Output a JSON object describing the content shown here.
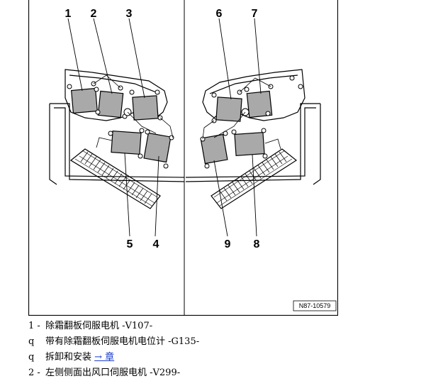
{
  "figure": {
    "callouts": [
      "1",
      "2",
      "3",
      "4",
      "5",
      "6",
      "7",
      "8",
      "9"
    ],
    "reference_id": "N87-10579"
  },
  "legend": [
    {
      "marker": "1 -",
      "text": "除霜翻板伺服电机 -V107-",
      "link": ""
    },
    {
      "marker": "q",
      "text": "带有除霜翻板伺服电机电位计 -G135-",
      "link": ""
    },
    {
      "marker": "q",
      "text": "拆卸和安装",
      "link": "→ 章"
    },
    {
      "marker": "2 -",
      "text": "左侧侧面出风口伺服电机 -V299-",
      "link": ""
    }
  ]
}
